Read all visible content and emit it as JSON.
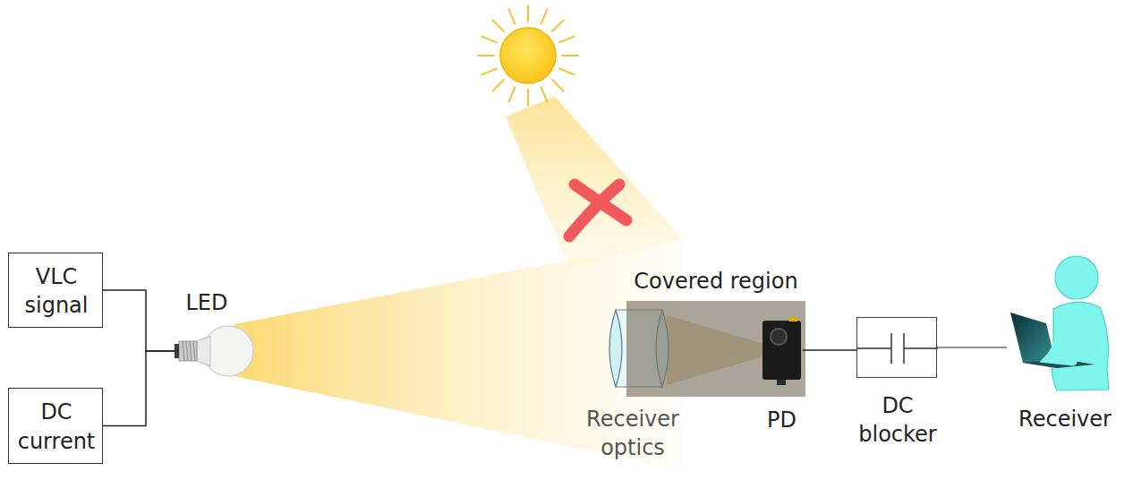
{
  "diagram": {
    "nodes": [
      {
        "text": [
          "VLC signal"
        ]
      },
      {
        "text": [
          "DC current"
        ]
      },
      {
        "text": [
          "LED"
        ]
      },
      {
        "text": [
          "Covered region"
        ]
      },
      {
        "text": [
          "Receiver optics"
        ]
      },
      {
        "text": [
          "PD"
        ],
        "in": 3
      },
      {
        "text": [
          "DC blocker"
        ]
      },
      {
        "text": [
          "Receiver"
        ]
      }
    ],
    "edges": [
      {
        "from": 0,
        "to": 2,
        "arrow": "none"
      },
      {
        "from": 1,
        "to": 2,
        "arrow": "none"
      },
      {
        "from": 5,
        "to": 6,
        "arrow": "none"
      },
      {
        "from": 6,
        "to": 7,
        "arrow": "none"
      }
    ]
  }
}
